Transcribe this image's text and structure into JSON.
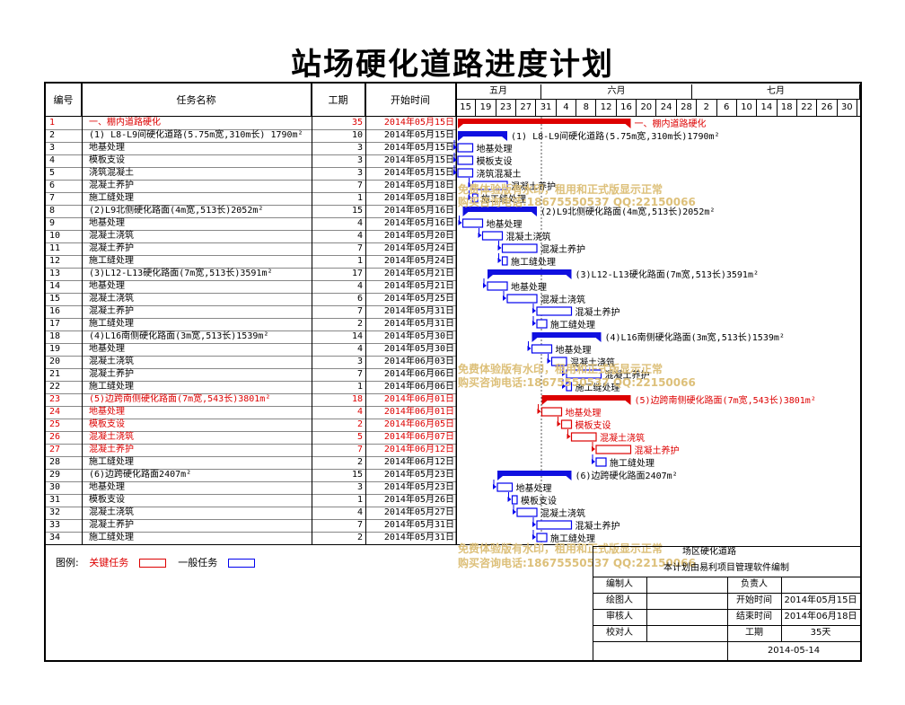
{
  "title": "站场硬化道路进度计划",
  "columns": {
    "no": "编号",
    "name": "任务名称",
    "duration": "工期",
    "start": "开始时间"
  },
  "months": [
    "五月",
    "六月",
    "七月"
  ],
  "days": [
    "15",
    "19",
    "23",
    "27",
    "31",
    "4",
    "8",
    "12",
    "16",
    "20",
    "24",
    "28",
    "2",
    "6",
    "10",
    "14",
    "18",
    "22",
    "26",
    "30"
  ],
  "tasks": [
    {
      "no": "1",
      "name": "一、棚内道路硬化",
      "dur": "35",
      "start": "2014年05月15日",
      "crit": true,
      "summary": true,
      "s": 0,
      "d": 35,
      "label": "一、棚内道路硬化"
    },
    {
      "no": "2",
      "name": "(1) L8-L9间硬化道路(5.75m宽,310m长) 1790m²",
      "dur": "10",
      "start": "2014年05月15日",
      "crit": false,
      "summary": true,
      "s": 0,
      "d": 10,
      "label": "(1) L8-L9间硬化道路(5.75m宽,310m长)1790m²"
    },
    {
      "no": "3",
      "name": "地基处理",
      "dur": "3",
      "start": "2014年05月15日",
      "crit": false,
      "summary": false,
      "s": 0,
      "d": 3,
      "label": "地基处理"
    },
    {
      "no": "4",
      "name": "模板支设",
      "dur": "3",
      "start": "2014年05月15日",
      "crit": false,
      "summary": false,
      "s": 0,
      "d": 3,
      "label": "模板支设"
    },
    {
      "no": "5",
      "name": "浇筑混凝土",
      "dur": "3",
      "start": "2014年05月15日",
      "crit": false,
      "summary": false,
      "s": 0,
      "d": 3,
      "label": "浇筑混凝土"
    },
    {
      "no": "6",
      "name": "混凝土养护",
      "dur": "7",
      "start": "2014年05月18日",
      "crit": false,
      "summary": false,
      "s": 3,
      "d": 7,
      "label": "混凝土养护"
    },
    {
      "no": "7",
      "name": "施工缝处理",
      "dur": "1",
      "start": "2014年05月18日",
      "crit": false,
      "summary": false,
      "s": 3,
      "d": 1,
      "label": "施工缝处理"
    },
    {
      "no": "8",
      "name": "(2)L9北侧硬化路面(4m宽,513长)2052m²",
      "dur": "15",
      "start": "2014年05月16日",
      "crit": false,
      "summary": true,
      "s": 1,
      "d": 15,
      "label": "(2)L9北侧硬化路面(4m宽,513长)2052m²"
    },
    {
      "no": "9",
      "name": "地基处理",
      "dur": "4",
      "start": "2014年05月16日",
      "crit": false,
      "summary": false,
      "s": 1,
      "d": 4,
      "label": "地基处理"
    },
    {
      "no": "10",
      "name": "混凝土浇筑",
      "dur": "4",
      "start": "2014年05月20日",
      "crit": false,
      "summary": false,
      "s": 5,
      "d": 4,
      "label": "混凝土浇筑"
    },
    {
      "no": "11",
      "name": "混凝土养护",
      "dur": "7",
      "start": "2014年05月24日",
      "crit": false,
      "summary": false,
      "s": 9,
      "d": 7,
      "label": "混凝土养护"
    },
    {
      "no": "12",
      "name": "施工缝处理",
      "dur": "1",
      "start": "2014年05月24日",
      "crit": false,
      "summary": false,
      "s": 9,
      "d": 1,
      "label": "施工缝处理"
    },
    {
      "no": "13",
      "name": "(3)L12-L13硬化路面(7m宽,513长)3591m²",
      "dur": "17",
      "start": "2014年05月21日",
      "crit": false,
      "summary": true,
      "s": 6,
      "d": 17,
      "label": "(3)L12-L13硬化路面(7m宽,513长)3591m²"
    },
    {
      "no": "14",
      "name": "地基处理",
      "dur": "4",
      "start": "2014年05月21日",
      "crit": false,
      "summary": false,
      "s": 6,
      "d": 4,
      "label": "地基处理"
    },
    {
      "no": "15",
      "name": "混凝土浇筑",
      "dur": "6",
      "start": "2014年05月25日",
      "crit": false,
      "summary": false,
      "s": 10,
      "d": 6,
      "label": "混凝土浇筑"
    },
    {
      "no": "16",
      "name": "混凝土养护",
      "dur": "7",
      "start": "2014年05月31日",
      "crit": false,
      "summary": false,
      "s": 16,
      "d": 7,
      "label": "混凝土养护"
    },
    {
      "no": "17",
      "name": "施工缝处理",
      "dur": "2",
      "start": "2014年05月31日",
      "crit": false,
      "summary": false,
      "s": 16,
      "d": 2,
      "label": "施工缝处理"
    },
    {
      "no": "18",
      "name": "(4)L16南侧硬化路面(3m宽,513长)1539m²",
      "dur": "14",
      "start": "2014年05月30日",
      "crit": false,
      "summary": true,
      "s": 15,
      "d": 14,
      "label": "(4)L16南侧硬化路面(3m宽,513长)1539m²"
    },
    {
      "no": "19",
      "name": "地基处理",
      "dur": "4",
      "start": "2014年05月30日",
      "crit": false,
      "summary": false,
      "s": 15,
      "d": 4,
      "label": "地基处理"
    },
    {
      "no": "20",
      "name": "混凝土浇筑",
      "dur": "3",
      "start": "2014年06月03日",
      "crit": false,
      "summary": false,
      "s": 19,
      "d": 3,
      "label": "混凝土浇筑"
    },
    {
      "no": "21",
      "name": "混凝土养护",
      "dur": "7",
      "start": "2014年06月06日",
      "crit": false,
      "summary": false,
      "s": 22,
      "d": 7,
      "label": "混凝土养护"
    },
    {
      "no": "22",
      "name": "施工缝处理",
      "dur": "1",
      "start": "2014年06月06日",
      "crit": false,
      "summary": false,
      "s": 22,
      "d": 1,
      "label": "施工缝处理"
    },
    {
      "no": "23",
      "name": "(5)边跨南侧硬化路面(7m宽,543长)3801m²",
      "dur": "18",
      "start": "2014年06月01日",
      "crit": true,
      "summary": true,
      "s": 17,
      "d": 18,
      "label": "(5)边跨南侧硬化路面(7m宽,543长)3801m²"
    },
    {
      "no": "24",
      "name": "地基处理",
      "dur": "4",
      "start": "2014年06月01日",
      "crit": true,
      "summary": false,
      "s": 17,
      "d": 4,
      "label": "地基处理"
    },
    {
      "no": "25",
      "name": "模板支设",
      "dur": "2",
      "start": "2014年06月05日",
      "crit": true,
      "summary": false,
      "s": 21,
      "d": 2,
      "label": "模板支设"
    },
    {
      "no": "26",
      "name": "混凝土浇筑",
      "dur": "5",
      "start": "2014年06月07日",
      "crit": true,
      "summary": false,
      "s": 23,
      "d": 5,
      "label": "混凝土浇筑"
    },
    {
      "no": "27",
      "name": "混凝土养护",
      "dur": "7",
      "start": "2014年06月12日",
      "crit": true,
      "summary": false,
      "s": 28,
      "d": 7,
      "label": "混凝土养护"
    },
    {
      "no": "28",
      "name": "施工缝处理",
      "dur": "2",
      "start": "2014年06月12日",
      "crit": false,
      "summary": false,
      "s": 28,
      "d": 2,
      "label": "施工缝处理"
    },
    {
      "no": "29",
      "name": "(6)边跨硬化路面2407m²",
      "dur": "15",
      "start": "2014年05月23日",
      "crit": false,
      "summary": true,
      "s": 8,
      "d": 15,
      "label": "(6)边跨硬化路面2407m²"
    },
    {
      "no": "30",
      "name": "地基处理",
      "dur": "3",
      "start": "2014年05月23日",
      "crit": false,
      "summary": false,
      "s": 8,
      "d": 3,
      "label": "地基处理"
    },
    {
      "no": "31",
      "name": "模板支设",
      "dur": "1",
      "start": "2014年05月26日",
      "crit": false,
      "summary": false,
      "s": 11,
      "d": 1,
      "label": "模板支设"
    },
    {
      "no": "32",
      "name": "混凝土浇筑",
      "dur": "4",
      "start": "2014年05月27日",
      "crit": false,
      "summary": false,
      "s": 12,
      "d": 4,
      "label": "混凝土浇筑"
    },
    {
      "no": "33",
      "name": "混凝土养护",
      "dur": "7",
      "start": "2014年05月31日",
      "crit": false,
      "summary": false,
      "s": 16,
      "d": 7,
      "label": "混凝土养护"
    },
    {
      "no": "34",
      "name": "施工缝处理",
      "dur": "2",
      "start": "2014年05月31日",
      "crit": false,
      "summary": false,
      "s": 16,
      "d": 2,
      "label": "施工缝处理"
    }
  ],
  "legend": {
    "label": "图例:",
    "critical": "关键任务",
    "normal": "一般任务"
  },
  "info": {
    "project": "场区硬化道路",
    "subtitle": "本计划由易利项目管理软件编制",
    "editor": "编制人",
    "owner": "负责人",
    "drawer": "绘图人",
    "start_label": "开始时间",
    "start_value": "2014年05月15日",
    "reviewer": "审核人",
    "end_label": "结束时间",
    "end_value": "2014年06月18日",
    "checker": "校对人",
    "duration_label": "工期",
    "duration_value": "35天",
    "date": "2014-05-14"
  },
  "watermarks": [
    "免费体验版有水印，租用和正式版显示正常",
    "购买咨询电话:18675550537 QQ:22150066"
  ],
  "colors": {
    "critical": "#dd0000",
    "normal": "#0000ee",
    "summary": "#1010e0"
  }
}
